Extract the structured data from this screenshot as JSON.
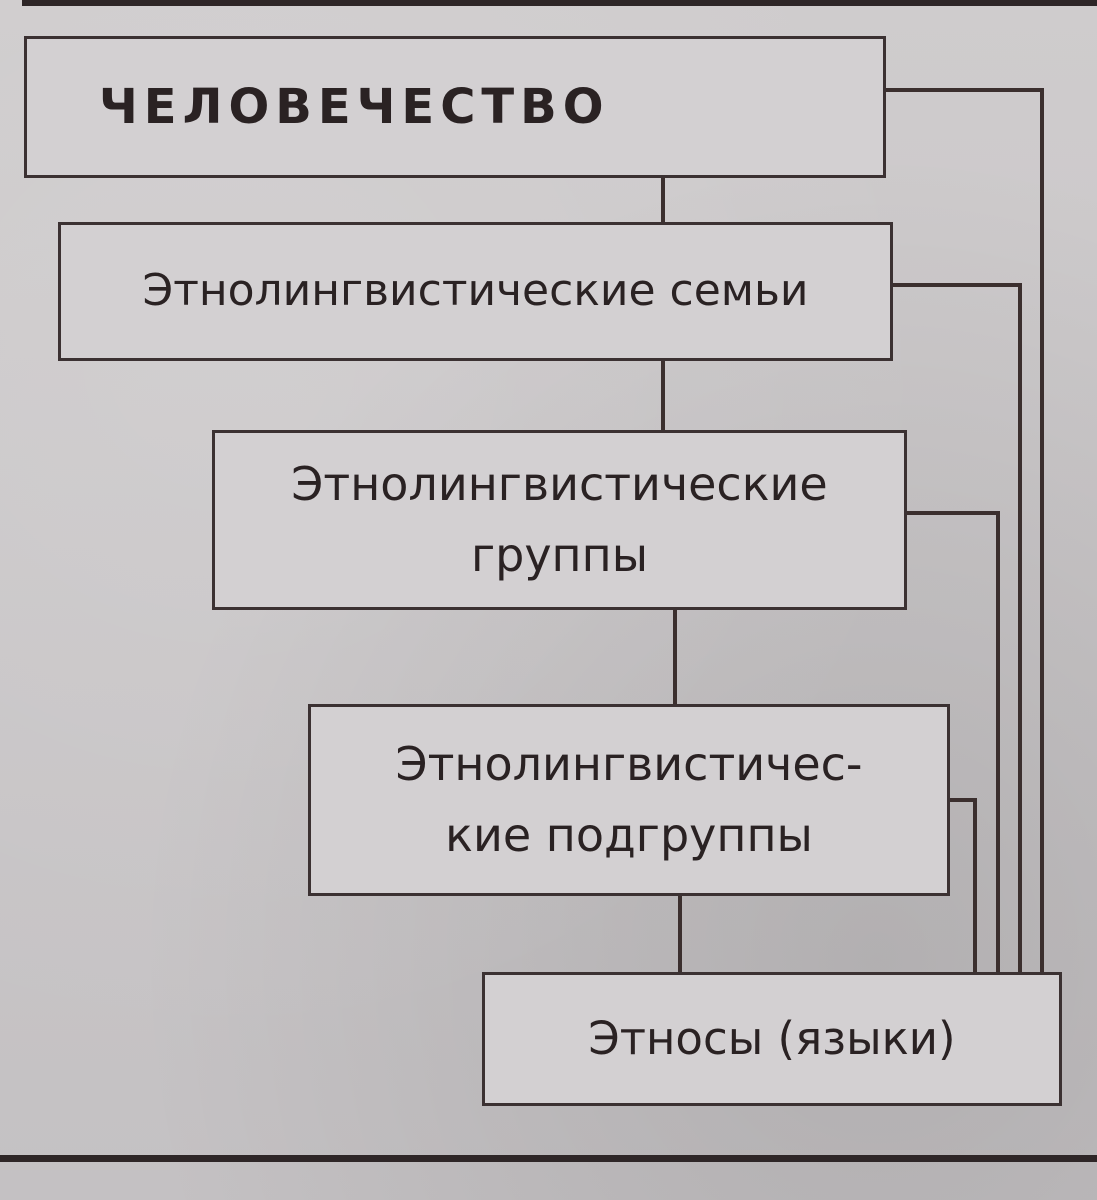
{
  "diagram": {
    "nodes": [
      {
        "id": "humanity",
        "label": "ЧЕЛОВЕЧЕСТВО"
      },
      {
        "id": "families",
        "label": "Этнолингвистические семьи"
      },
      {
        "id": "groups",
        "label": "Этнолингвистические\nгруппы"
      },
      {
        "id": "subgroups",
        "label": "Этнолингвистичес-\nкие подгруппы"
      },
      {
        "id": "ethnoses",
        "label": "Этносы (языки)"
      }
    ],
    "edges": [
      {
        "from": "humanity",
        "to": "families"
      },
      {
        "from": "families",
        "to": "groups"
      },
      {
        "from": "groups",
        "to": "subgroups"
      },
      {
        "from": "subgroups",
        "to": "ethnoses"
      },
      {
        "from": "humanity",
        "to": "ethnoses"
      },
      {
        "from": "families",
        "to": "ethnoses"
      },
      {
        "from": "groups",
        "to": "ethnoses"
      },
      {
        "from": "subgroups",
        "to": "ethnoses"
      }
    ],
    "colors": {
      "line": "#3b2f2e",
      "box_border": "#3b3132",
      "text": "#2a2223",
      "paper": "#c9c6c8"
    }
  }
}
